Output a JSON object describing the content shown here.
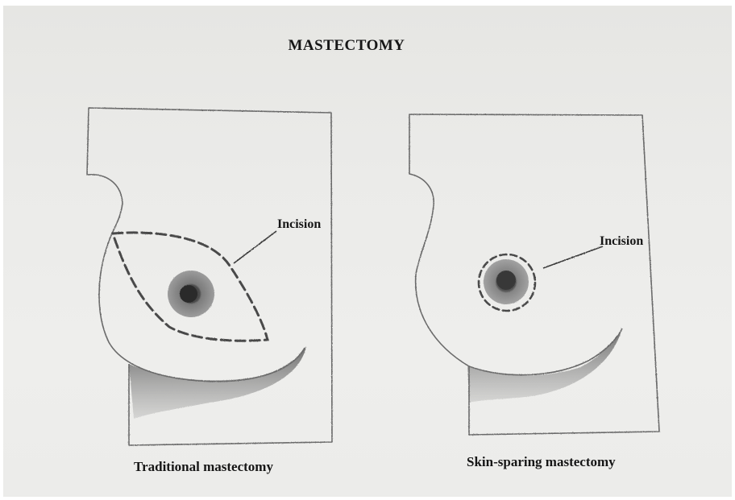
{
  "title": "MASTECTOMY",
  "left_panel": {
    "caption": "Traditional mastectomy",
    "incision_label": "Incision"
  },
  "right_panel": {
    "caption": "Skin-sparing mastectomy",
    "incision_label": "Incision"
  }
}
